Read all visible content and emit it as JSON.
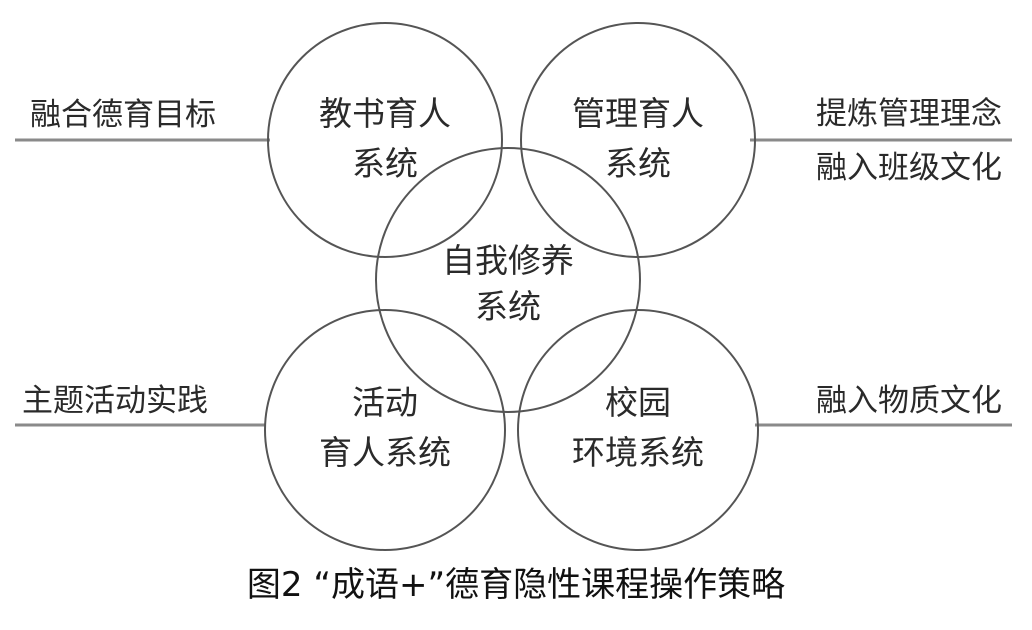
{
  "colors": {
    "stroke": "#555555",
    "line": "#8a8a8a",
    "text": "#2a2a2a"
  },
  "circles": {
    "teaching": {
      "line1": "教书育人",
      "line2": "系统"
    },
    "management": {
      "line1": "管理育人",
      "line2": "系统"
    },
    "self": {
      "line1": "自我修养",
      "line2": "系统"
    },
    "activity": {
      "line1": "活动",
      "line2": "育人系统"
    },
    "campus": {
      "line1": "校园",
      "line2": "环境系统"
    }
  },
  "side_labels": {
    "top_left": "融合德育目标",
    "top_right_upper": "提炼管理理念",
    "top_right_lower": "融入班级文化",
    "bottom_left": "主题活动实践",
    "bottom_right": "融入物质文化"
  },
  "caption": "图2 “成语+”德育隐性课程操作策略"
}
